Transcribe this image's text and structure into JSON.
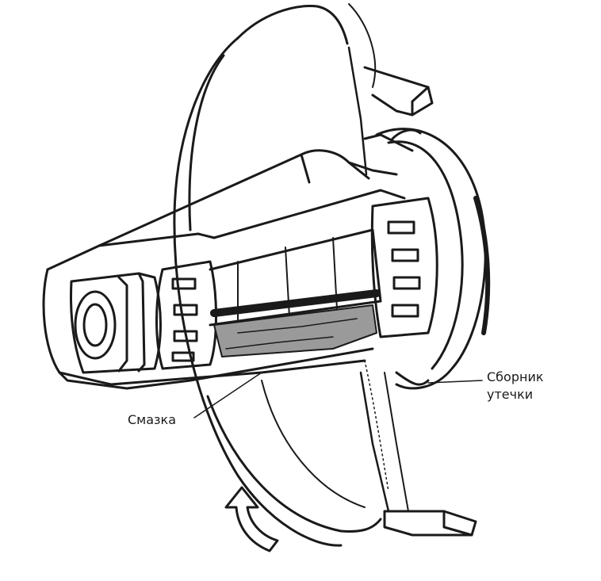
{
  "figure": {
    "labels": {
      "grease": "Смазка",
      "leak_collector_line1": "Сборник",
      "leak_collector_line2": "утечки"
    },
    "colors": {
      "ink": "#1a1a1a",
      "paper": "#ffffff",
      "fill": "#9a9a9a"
    }
  }
}
